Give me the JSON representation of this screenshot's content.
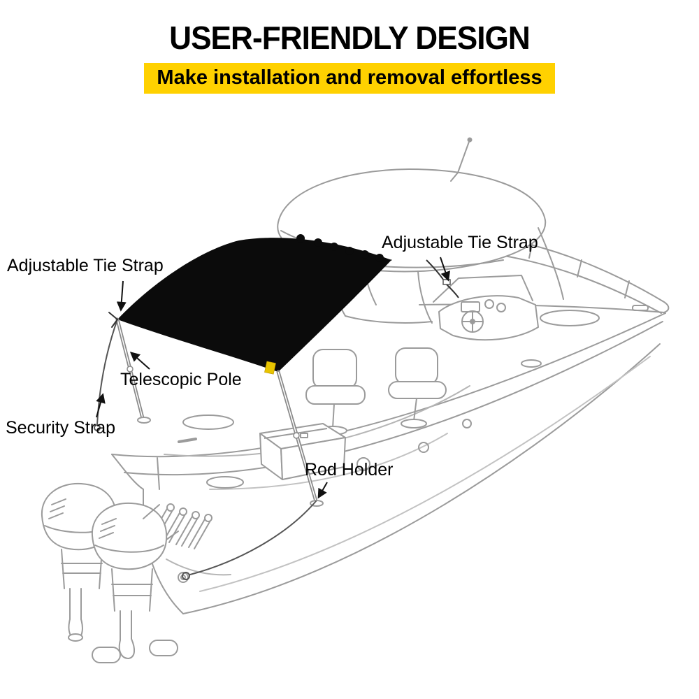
{
  "header": {
    "title": "USER-FRIENDLY DESIGN",
    "subtitle": "Make installation and removal effortless",
    "highlight_color": "#FFD100",
    "title_color": "#000000"
  },
  "diagram": {
    "colors": {
      "canopy_black": "#0B0B0B",
      "line_art_gray": "#9B9B9B",
      "canopy_tag_yellow": "#E8C400",
      "annotation_arrow": "#111111"
    },
    "labels": [
      {
        "text": "Adjustable Tie Strap"
      },
      {
        "text": "Adjustable Tie Strap"
      },
      {
        "text": "Telescopic Pole"
      },
      {
        "text": "Security Strap"
      },
      {
        "text": "Rod Holder"
      }
    ]
  }
}
